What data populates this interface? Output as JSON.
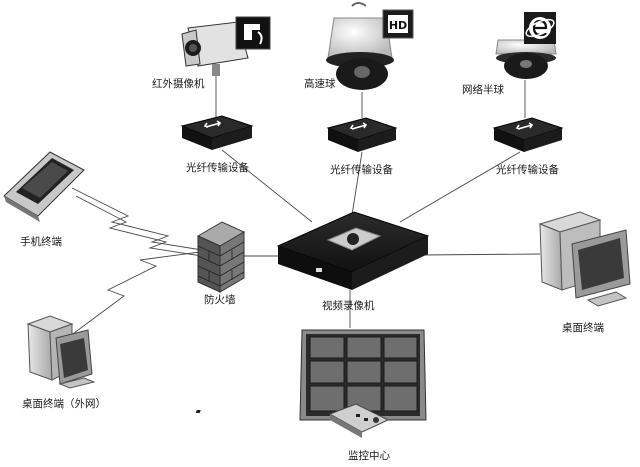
{
  "nodes": {
    "ir_camera": {
      "label": "红外摄像机",
      "icon": "infrared-camera-icon",
      "badge_icon": "ir-badge-icon"
    },
    "speed_dome": {
      "label": "高速球",
      "icon": "speed-dome-camera-icon",
      "badge_text": "HD"
    },
    "network_dome": {
      "label": "网络半球",
      "icon": "network-dome-camera-icon",
      "badge_icon": "internet-e-icon"
    },
    "fiber_left": {
      "label": "光纤传输设备",
      "icon": "fiber-transceiver-icon"
    },
    "fiber_mid": {
      "label": "光纤传输设备",
      "icon": "fiber-transceiver-icon"
    },
    "fiber_right": {
      "label": "光纤传输设备",
      "icon": "fiber-transceiver-icon"
    },
    "mobile": {
      "label": "手机终端",
      "icon": "mobile-phone-icon"
    },
    "firewall": {
      "label": "防火墙",
      "icon": "firewall-brick-icon"
    },
    "nvr": {
      "label": "视频录像机",
      "icon": "video-recorder-icon"
    },
    "desktop_right": {
      "label": "桌面终端",
      "icon": "desktop-computer-icon"
    },
    "desktop_external": {
      "label": "桌面终端（外网）",
      "icon": "desktop-computer-icon"
    },
    "monitor_center": {
      "label": "监控中心",
      "icon": "video-wall-keyboard-icon"
    }
  },
  "colors": {
    "line": "#4a4a4a",
    "device_dark": "#1f1f1f",
    "device_mid": "#3c3c3c",
    "screen": "#5a5a5a",
    "wall_panel": "#2b2b2b",
    "brick": "#6e6e6e",
    "light_gray": "#d4d4d4"
  }
}
